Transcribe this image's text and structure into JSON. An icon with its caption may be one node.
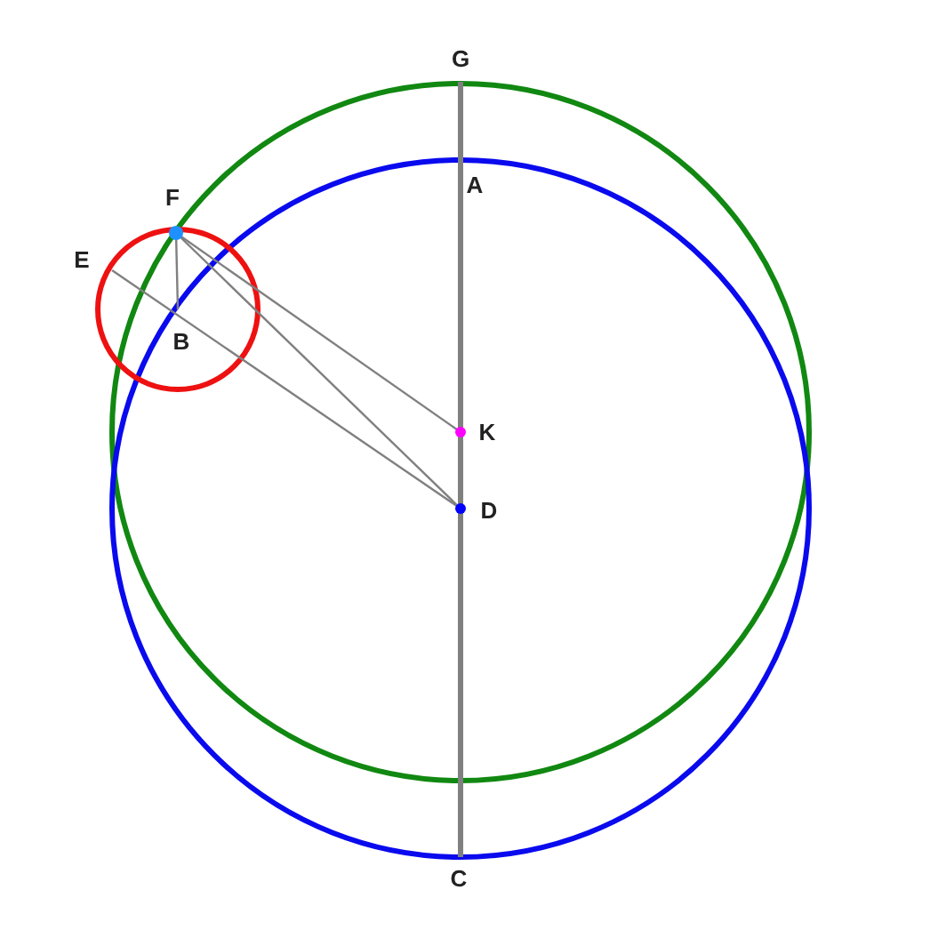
{
  "diagram": {
    "nodes": [
      {
        "text": [
          "G"
        ]
      },
      {
        "text": [
          "A"
        ]
      },
      {
        "text": [
          "F"
        ]
      },
      {
        "text": [
          "E"
        ]
      },
      {
        "text": [
          "B"
        ]
      },
      {
        "text": [
          "K"
        ]
      },
      {
        "text": [
          "D"
        ]
      },
      {
        "text": [
          "C"
        ]
      }
    ],
    "edges": [
      {
        "from": 0,
        "to": 7,
        "arrow": "none",
        "style": "thick"
      },
      {
        "from": 2,
        "to": 4,
        "arrow": "none"
      },
      {
        "from": 2,
        "to": 5,
        "arrow": "none"
      },
      {
        "from": 2,
        "to": 6,
        "arrow": "none"
      },
      {
        "from": 3,
        "to": 6,
        "arrow": "none"
      }
    ]
  }
}
